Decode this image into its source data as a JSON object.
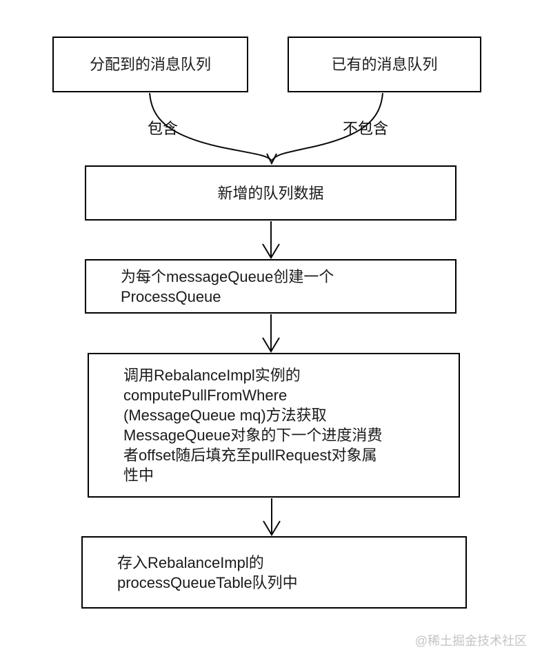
{
  "colors": {
    "background": "#ffffff",
    "line_stroke": "#0a0a0a",
    "box_border": "#000000",
    "box_fill": "#ffffff",
    "text": "#1a1a1a",
    "watermark": "#c4c4c4"
  },
  "nodes": {
    "assigned_message_queues": "分配到的消息队列",
    "existing_message_queues": "已有的消息队列",
    "new_queue_data": "新增的队列数据",
    "create_process_queue": "为每个messageQueue创建一个\nProcessQueue",
    "compute_pull_from_where": "调用RebalanceImpl实例的\ncomputePullFromWhere\n(MessageQueue mq)方法获取\nMessageQueue对象的下一个进度消费\n者offset随后填充至pullRequest对象属\n性中",
    "store_in_process_queue_table": "存入RebalanceImpl的\nprocessQueueTable队列中"
  },
  "edge_labels": {
    "contains": "包含",
    "not_contains": "不包含"
  },
  "watermark": "@稀土掘金技术社区"
}
